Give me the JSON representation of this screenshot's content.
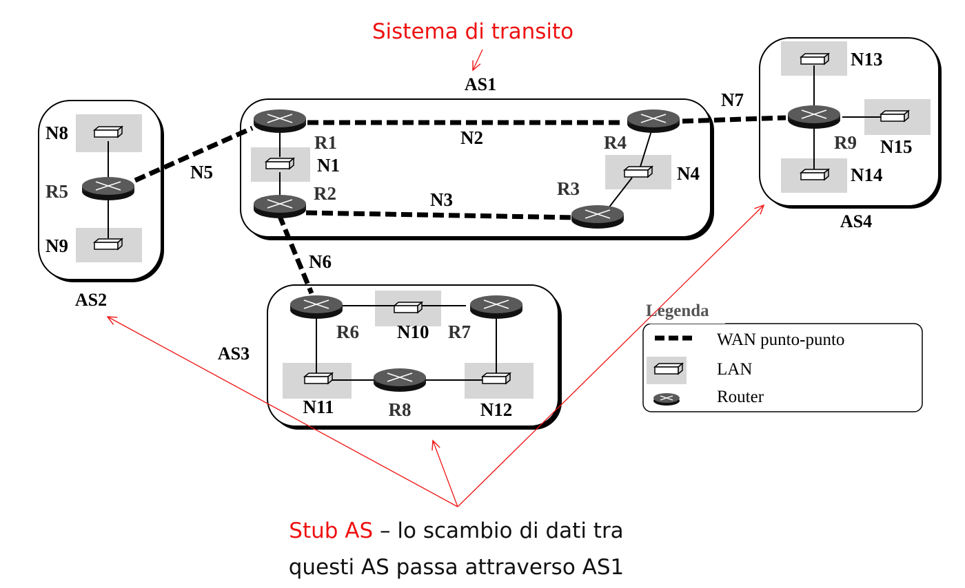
{
  "title": "Sistema di transito",
  "autonomous_systems": [
    {
      "id": "as1",
      "label": "AS1"
    },
    {
      "id": "as2",
      "label": "AS2"
    },
    {
      "id": "as3",
      "label": "AS3"
    },
    {
      "id": "as4",
      "label": "AS4"
    }
  ],
  "routers": [
    "R1",
    "R2",
    "R3",
    "R4",
    "R5",
    "R6",
    "R7",
    "R8",
    "R9"
  ],
  "lans": [
    "N1",
    "N4",
    "N8",
    "N9",
    "N10",
    "N11",
    "N12",
    "N13",
    "N14",
    "N15"
  ],
  "wan_links": [
    "N2",
    "N3",
    "N5",
    "N6",
    "N7"
  ],
  "legend": {
    "title": "Legenda",
    "items": [
      {
        "symbol": "wan",
        "label": "WAN punto-punto"
      },
      {
        "symbol": "lan",
        "label": "LAN"
      },
      {
        "symbol": "router",
        "label": "Router"
      }
    ]
  },
  "annotation": {
    "highlight": "Stub AS",
    "rest": " – lo scambio di dati tra",
    "line2": "questi AS passa attraverso AS1"
  },
  "colors": {
    "annotation": "#ee1111",
    "lan_background": "#d6d6d6",
    "router_body": "#555555"
  }
}
